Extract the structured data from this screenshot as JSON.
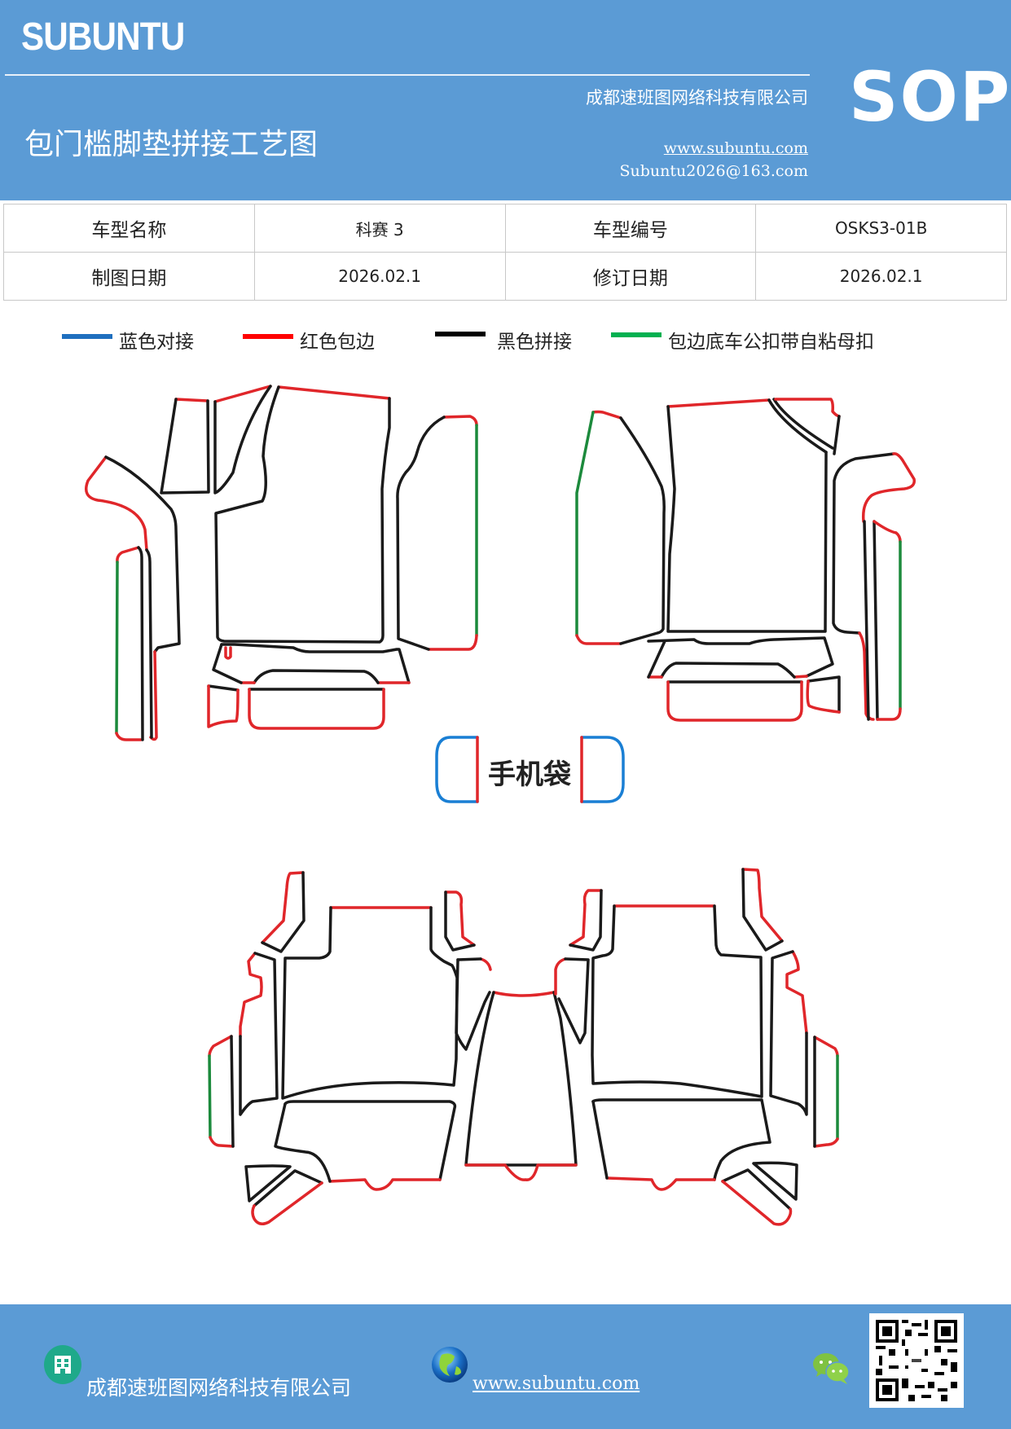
{
  "header": {
    "brand": "SUBUNTU",
    "title": "包门槛脚垫拼接工艺图",
    "company": "成都速班图网络科技有限公司",
    "website": "www.subuntu.com",
    "email": "Subuntu2026@163.com",
    "badge": "SOP"
  },
  "info_table": {
    "rows": [
      [
        {
          "label": "车型名称"
        },
        {
          "value": "科赛 3"
        },
        {
          "label": "车型编号"
        },
        {
          "value": "OSKS3-01B"
        }
      ],
      [
        {
          "label": "制图日期"
        },
        {
          "value": "2026.02.1"
        },
        {
          "label": "修订日期"
        },
        {
          "value": "2026.02.1"
        }
      ]
    ]
  },
  "legend": [
    {
      "label": "蓝色对接",
      "color": "#1f6fbf"
    },
    {
      "label": "红色包边",
      "color": "#ff0000"
    },
    {
      "label": "黑色拼接",
      "color": "#000000"
    },
    {
      "label": "包边底车公扣带自粘母扣",
      "color": "#00b050"
    }
  ],
  "diagram": {
    "phone_pocket_label": "手机袋",
    "colors": {
      "black": "#1a1a1a",
      "red": "#e0262a",
      "green": "#1c8a3c",
      "blue": "#1a7fd4"
    }
  },
  "footer": {
    "company": "成都速班图网络科技有限公司",
    "website": "www.subuntu.com",
    "icons": [
      "building-icon",
      "globe-icon",
      "wechat-icon",
      "qr-code"
    ]
  },
  "theme": {
    "header_bg": "#5b9bd5",
    "footer_bg": "#5b9bd5"
  }
}
